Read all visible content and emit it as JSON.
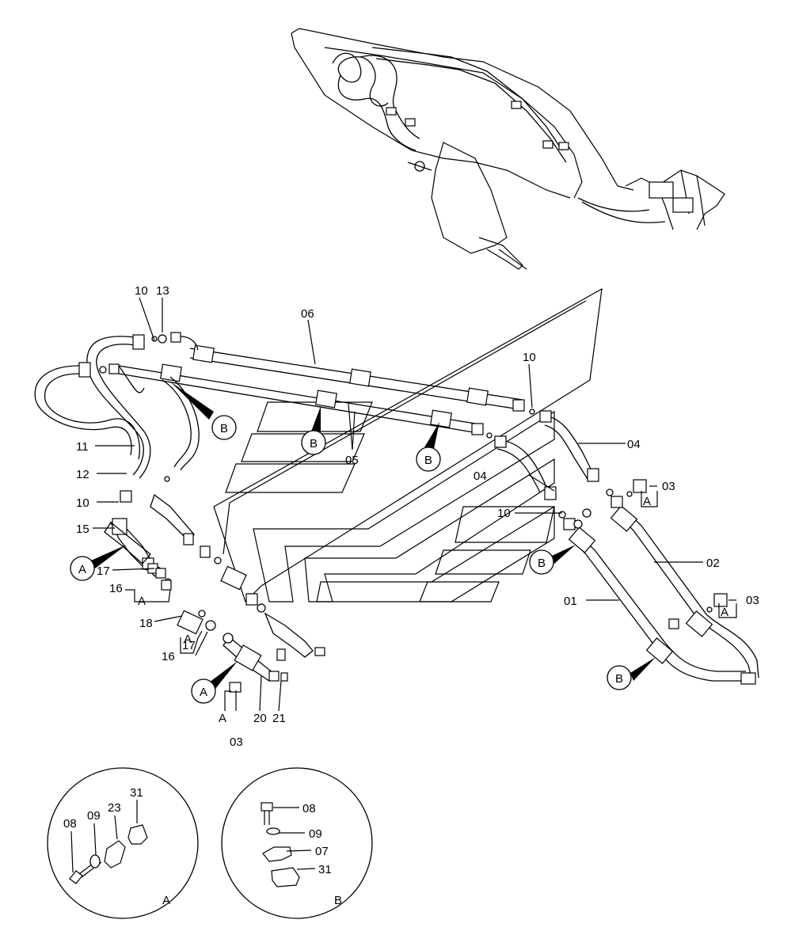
{
  "labels": {
    "p01": "01",
    "p02": "02",
    "p03a": "03",
    "p03b": "03",
    "p03c": "03",
    "p04a": "04",
    "p04b": "04",
    "p05": "05",
    "p06": "06",
    "p10a": "10",
    "p10b": "10",
    "p10c": "10",
    "p10d": "10",
    "p11": "11",
    "p12": "12",
    "p13": "13",
    "p15": "15",
    "p16a": "16",
    "p16b": "16",
    "p17a": "17",
    "p17b": "17",
    "p18": "18",
    "p20": "20",
    "p21": "21"
  },
  "callouts": {
    "a": "A",
    "b": "B"
  },
  "detail_a": {
    "title": "A",
    "parts": [
      "08",
      "09",
      "23",
      "31"
    ]
  },
  "detail_b": {
    "title": "B",
    "parts": [
      "08",
      "09",
      "07",
      "31"
    ]
  }
}
